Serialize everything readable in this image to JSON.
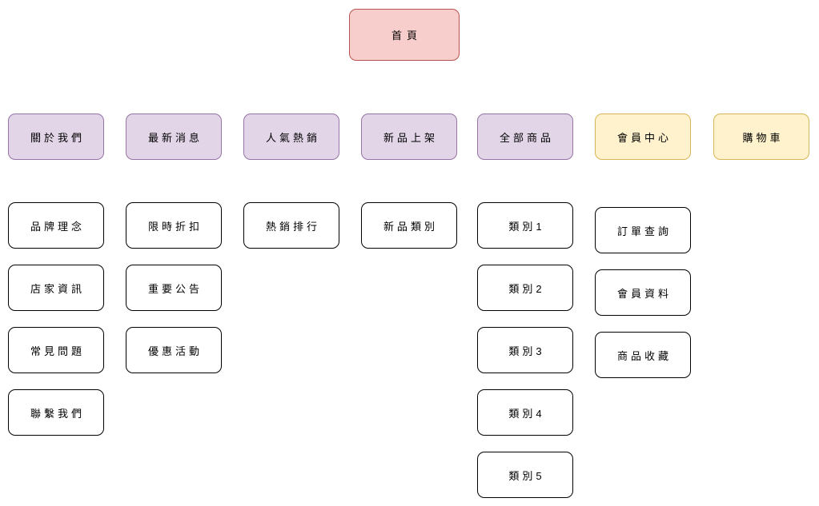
{
  "palette": {
    "canvas_bg": "#FFFFFF",
    "text": "#000000",
    "home_fill": "#F8CECC",
    "home_border": "#B85450",
    "section_fill": "#E1D5E7",
    "section_border": "#9673A6",
    "utility_fill": "#FFF2CC",
    "utility_border": "#D6B656",
    "page_fill": "#FFFFFF",
    "page_border": "#000000"
  },
  "home": {
    "label": "首頁",
    "name": "home"
  },
  "columns": [
    {
      "label": "關於我們",
      "name": "about-us",
      "style": "section",
      "children": [
        {
          "label": "品牌理念",
          "name": "brand-philosophy"
        },
        {
          "label": "店家資訊",
          "name": "store-info"
        },
        {
          "label": "常見問題",
          "name": "faq"
        },
        {
          "label": "聯繫我們",
          "name": "contact-us"
        }
      ]
    },
    {
      "label": "最新消息",
      "name": "latest-news",
      "style": "section",
      "children": [
        {
          "label": "限時折扣",
          "name": "limited-time-discount"
        },
        {
          "label": "重要公告",
          "name": "important-announcements"
        },
        {
          "label": "優惠活動",
          "name": "promotions"
        }
      ]
    },
    {
      "label": "人氣熱銷",
      "name": "popular-bestsellers",
      "style": "section",
      "children": [
        {
          "label": "熱銷排行",
          "name": "bestseller-ranking"
        }
      ]
    },
    {
      "label": "新品上架",
      "name": "new-arrivals",
      "style": "section",
      "children": [
        {
          "label": "新品類別",
          "name": "new-product-categories"
        }
      ]
    },
    {
      "label": "全部商品",
      "name": "all-products",
      "style": "section",
      "children": [
        {
          "label": "類別1",
          "name": "category-1"
        },
        {
          "label": "類別2",
          "name": "category-2"
        },
        {
          "label": "類別3",
          "name": "category-3"
        },
        {
          "label": "類別4",
          "name": "category-4"
        },
        {
          "label": "類別5",
          "name": "category-5"
        }
      ]
    },
    {
      "label": "會員中心",
      "name": "member-center",
      "style": "utility",
      "children": [
        {
          "label": "訂單查詢",
          "name": "order-inquiry"
        },
        {
          "label": "會員資料",
          "name": "member-profile"
        },
        {
          "label": "商品收藏",
          "name": "product-favorites"
        }
      ]
    },
    {
      "label": "購物車",
      "name": "shopping-cart",
      "style": "utility",
      "children": []
    }
  ]
}
